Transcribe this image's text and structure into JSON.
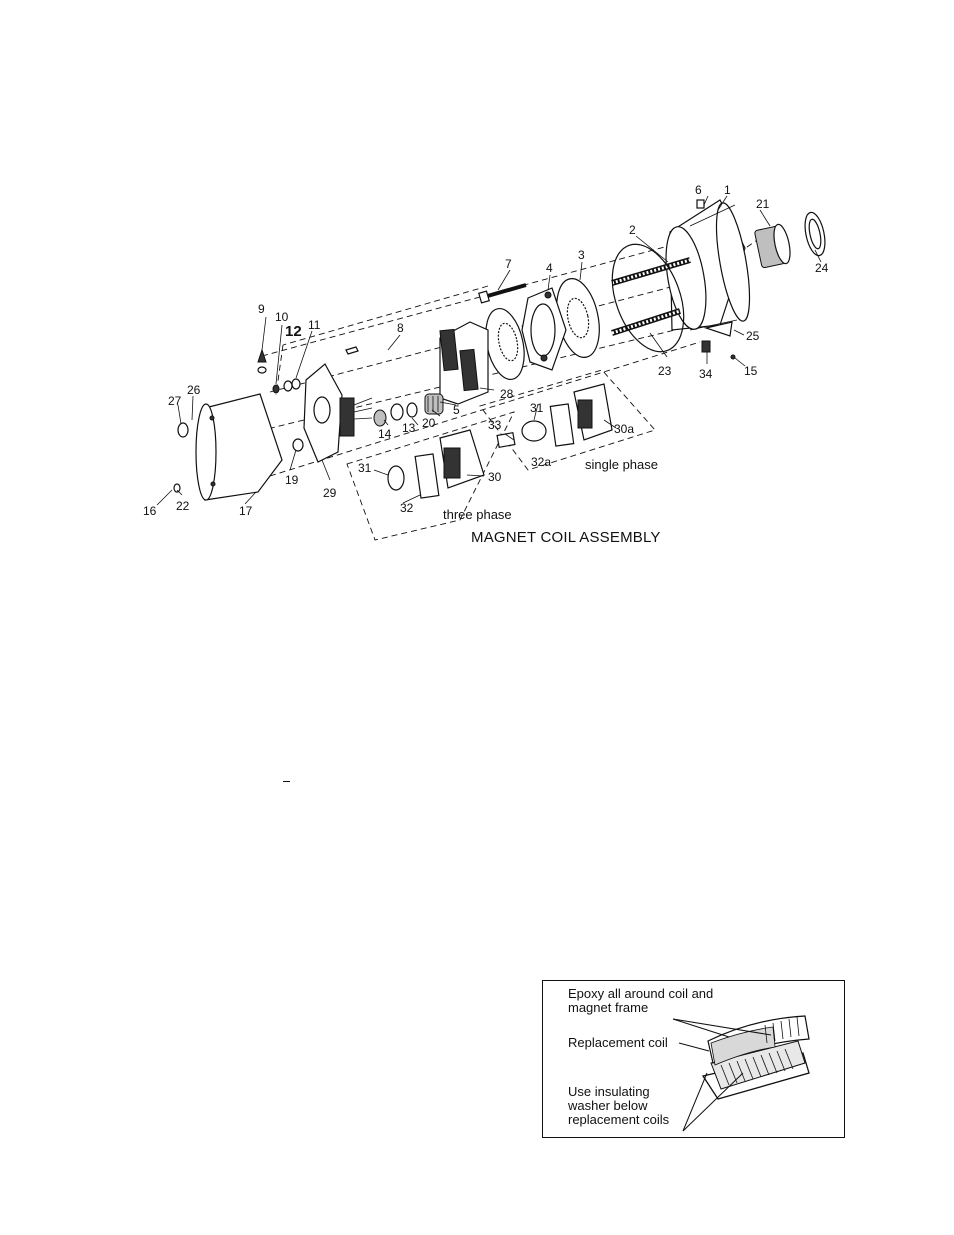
{
  "figure": {
    "caption": "MAGNET COIL ASSEMBLY",
    "group_labels": {
      "three_phase": "three phase",
      "single_phase": "single phase"
    },
    "part_labels": [
      "1",
      "2",
      "3",
      "4",
      "5",
      "6",
      "7",
      "8",
      "9",
      "10",
      "11",
      "12",
      "13",
      "14",
      "15",
      "16",
      "17",
      "19",
      "20",
      "21",
      "22",
      "23",
      "24",
      "25",
      "26",
      "27",
      "28",
      "29",
      "30",
      "30a",
      "31",
      "31",
      "32",
      "32a",
      "33",
      "34"
    ]
  },
  "inset": {
    "callout_epoxy": "Epoxy all around coil and\nmagnet frame",
    "callout_coil": "Replacement coil",
    "callout_washer": "Use insulating\nwasher below\nreplacement coils"
  }
}
